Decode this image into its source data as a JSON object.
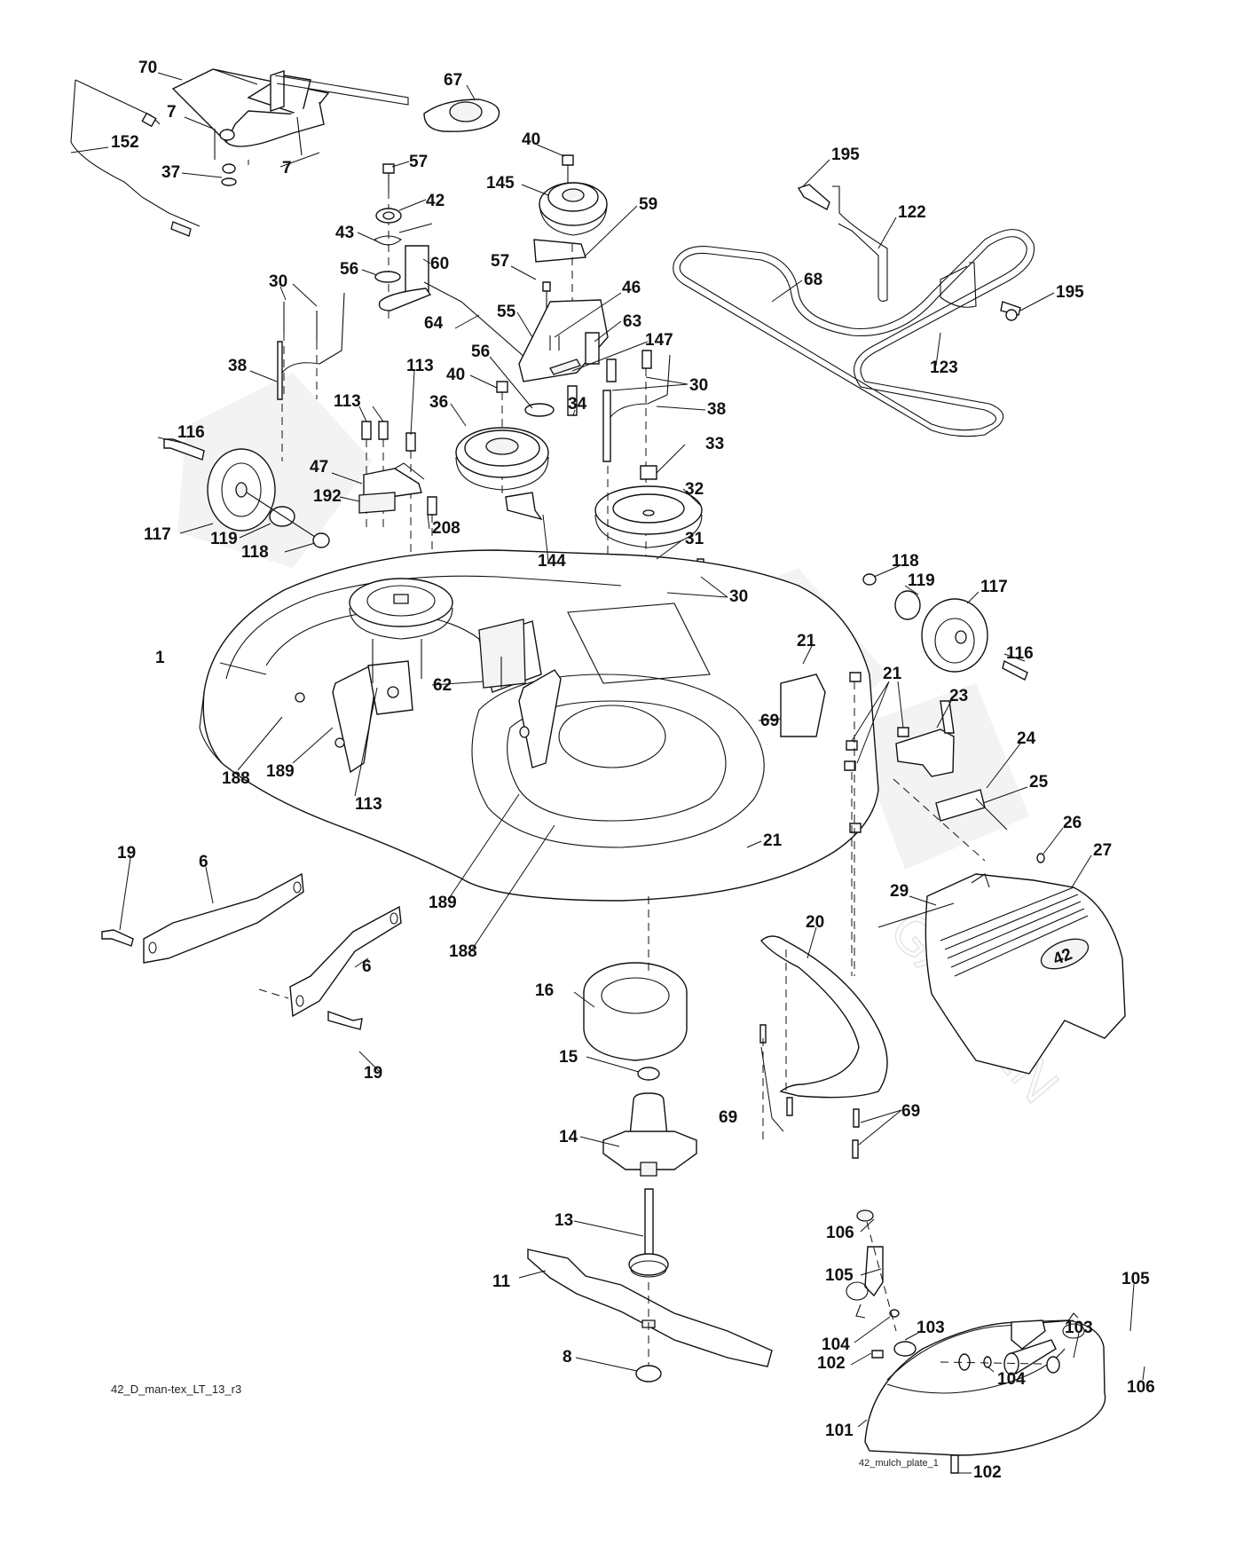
{
  "diagram": {
    "title": "42_D_man-tex_LT_13_r3",
    "subcaption": "42_mulch_plate_1",
    "chute_badge": "42",
    "watermark": "GARDEN"
  },
  "callouts": [
    {
      "id": "c70",
      "label": "70",
      "part": "mower-lift-bracket"
    },
    {
      "id": "c67",
      "label": "67",
      "part": "height-adjust-knob"
    },
    {
      "id": "c7a",
      "label": "7",
      "part": "screw"
    },
    {
      "id": "c7b",
      "label": "7",
      "part": "screw"
    },
    {
      "id": "c152",
      "label": "152",
      "part": "engagement-cable"
    },
    {
      "id": "c37",
      "label": "37",
      "part": "washer"
    },
    {
      "id": "c57a",
      "label": "57",
      "part": "bolt"
    },
    {
      "id": "c42",
      "label": "42",
      "part": "spring-cup"
    },
    {
      "id": "c43",
      "label": "43",
      "part": "torsion-spring"
    },
    {
      "id": "c56a",
      "label": "56",
      "part": "washer"
    },
    {
      "id": "c60",
      "label": "60",
      "part": "idler-bracket"
    },
    {
      "id": "c64",
      "label": "64",
      "part": "idler-rod"
    },
    {
      "id": "c30a",
      "label": "30",
      "part": "bolt"
    },
    {
      "id": "c38a",
      "label": "38",
      "part": "belt-guide"
    },
    {
      "id": "c113a",
      "label": "113",
      "part": "bolt"
    },
    {
      "id": "c113b",
      "label": "113",
      "part": "bolt"
    },
    {
      "id": "c40a",
      "label": "40",
      "part": "nut"
    },
    {
      "id": "c145",
      "label": "145",
      "part": "flat-idler-pulley"
    },
    {
      "id": "c59",
      "label": "59",
      "part": "belt-keeper"
    },
    {
      "id": "c57b",
      "label": "57",
      "part": "bolt"
    },
    {
      "id": "c46",
      "label": "46",
      "part": "bolt"
    },
    {
      "id": "c55",
      "label": "55",
      "part": "idler-arm"
    },
    {
      "id": "c63",
      "label": "63",
      "part": "bracket"
    },
    {
      "id": "c147",
      "label": "147",
      "part": "extension-spring"
    },
    {
      "id": "c56b",
      "label": "56",
      "part": "washer"
    },
    {
      "id": "c40b",
      "label": "40",
      "part": "nut"
    },
    {
      "id": "c36",
      "label": "36",
      "part": "v-idler-pulley"
    },
    {
      "id": "c30b",
      "label": "30",
      "part": "bolt"
    },
    {
      "id": "c38b",
      "label": "38",
      "part": "belt-guide"
    },
    {
      "id": "c34",
      "label": "34",
      "part": "bolt"
    },
    {
      "id": "c33",
      "label": "33",
      "part": "nut"
    },
    {
      "id": "c32",
      "label": "32",
      "part": "spindle-pulley"
    },
    {
      "id": "c31",
      "label": "31",
      "part": "washer"
    },
    {
      "id": "c30c",
      "label": "30",
      "part": "bolt"
    },
    {
      "id": "c144",
      "label": "144",
      "part": "belt-keeper"
    },
    {
      "id": "c208",
      "label": "208",
      "part": "bolt"
    },
    {
      "id": "c47",
      "label": "47",
      "part": "bracket"
    },
    {
      "id": "c192",
      "label": "192",
      "part": "bracket"
    },
    {
      "id": "c116a",
      "label": "116",
      "part": "wheel-bolt"
    },
    {
      "id": "c117a",
      "label": "117",
      "part": "gauge-wheel"
    },
    {
      "id": "c119a",
      "label": "119",
      "part": "washer"
    },
    {
      "id": "c118a",
      "label": "118",
      "part": "nut"
    },
    {
      "id": "c195a",
      "label": "195",
      "part": "screw"
    },
    {
      "id": "c122",
      "label": "122",
      "part": "belt-guide-wire"
    },
    {
      "id": "c68",
      "label": "68",
      "part": "deck-belt"
    },
    {
      "id": "c195b",
      "label": "195",
      "part": "screw"
    },
    {
      "id": "c123",
      "label": "123",
      "part": "belt-guide-wire"
    },
    {
      "id": "c118b",
      "label": "118",
      "part": "nut"
    },
    {
      "id": "c119b",
      "label": "119",
      "part": "washer"
    },
    {
      "id": "c117b",
      "label": "117",
      "part": "gauge-wheel"
    },
    {
      "id": "c116b",
      "label": "116",
      "part": "wheel-bolt"
    },
    {
      "id": "c1",
      "label": "1",
      "part": "mower-deck"
    },
    {
      "id": "c62",
      "label": "62",
      "part": "bolt"
    },
    {
      "id": "c21a",
      "label": "21",
      "part": "nut"
    },
    {
      "id": "c21b",
      "label": "21",
      "part": "nut"
    },
    {
      "id": "c23",
      "label": "23",
      "part": "chute-bracket"
    },
    {
      "id": "c24",
      "label": "24",
      "part": "pin"
    },
    {
      "id": "c25",
      "label": "25",
      "part": "chute-spring"
    },
    {
      "id": "c69a",
      "label": "69",
      "part": "bolt"
    },
    {
      "id": "c21c",
      "label": "21",
      "part": "nut"
    },
    {
      "id": "c26",
      "label": "26",
      "part": "washer"
    },
    {
      "id": "c27",
      "label": "27",
      "part": "discharge-chute"
    },
    {
      "id": "c29",
      "label": "29",
      "part": "chute-rod"
    },
    {
      "id": "c20",
      "label": "20",
      "part": "deck-brace"
    },
    {
      "id": "c188a",
      "label": "188",
      "part": "stud"
    },
    {
      "id": "c189a",
      "label": "189",
      "part": "nut"
    },
    {
      "id": "c113c",
      "label": "113",
      "part": "bolt"
    },
    {
      "id": "c189b",
      "label": "189",
      "part": "nut"
    },
    {
      "id": "c188b",
      "label": "188",
      "part": "stud"
    },
    {
      "id": "c19a",
      "label": "19",
      "part": "bolt"
    },
    {
      "id": "c6a",
      "label": "6",
      "part": "hanger-bracket"
    },
    {
      "id": "c6b",
      "label": "6",
      "part": "hanger-bracket"
    },
    {
      "id": "c19b",
      "label": "19",
      "part": "bolt"
    },
    {
      "id": "c16",
      "label": "16",
      "part": "spindle-shield"
    },
    {
      "id": "c15",
      "label": "15",
      "part": "bearing"
    },
    {
      "id": "c14",
      "label": "14",
      "part": "spindle-housing"
    },
    {
      "id": "c13",
      "label": "13",
      "part": "spindle-shaft"
    },
    {
      "id": "c11",
      "label": "11",
      "part": "blade"
    },
    {
      "id": "c8",
      "label": "8",
      "part": "blade-bolt"
    },
    {
      "id": "c69b",
      "label": "69",
      "part": "bolt"
    },
    {
      "id": "c69c",
      "label": "69",
      "part": "bolt"
    },
    {
      "id": "c106a",
      "label": "106",
      "part": "knob"
    },
    {
      "id": "c105a",
      "label": "105",
      "part": "latch"
    },
    {
      "id": "c104a",
      "label": "104",
      "part": "washer"
    },
    {
      "id": "c103a",
      "label": "103",
      "part": "washer"
    },
    {
      "id": "c102a",
      "label": "102",
      "part": "screw"
    },
    {
      "id": "c101",
      "label": "101",
      "part": "mulch-plate"
    },
    {
      "id": "c102b",
      "label": "102",
      "part": "screw"
    },
    {
      "id": "c103b",
      "label": "103",
      "part": "washer"
    },
    {
      "id": "c104b",
      "label": "104",
      "part": "washer"
    },
    {
      "id": "c105b",
      "label": "105",
      "part": "latch"
    },
    {
      "id": "c106b",
      "label": "106",
      "part": "knob"
    }
  ]
}
